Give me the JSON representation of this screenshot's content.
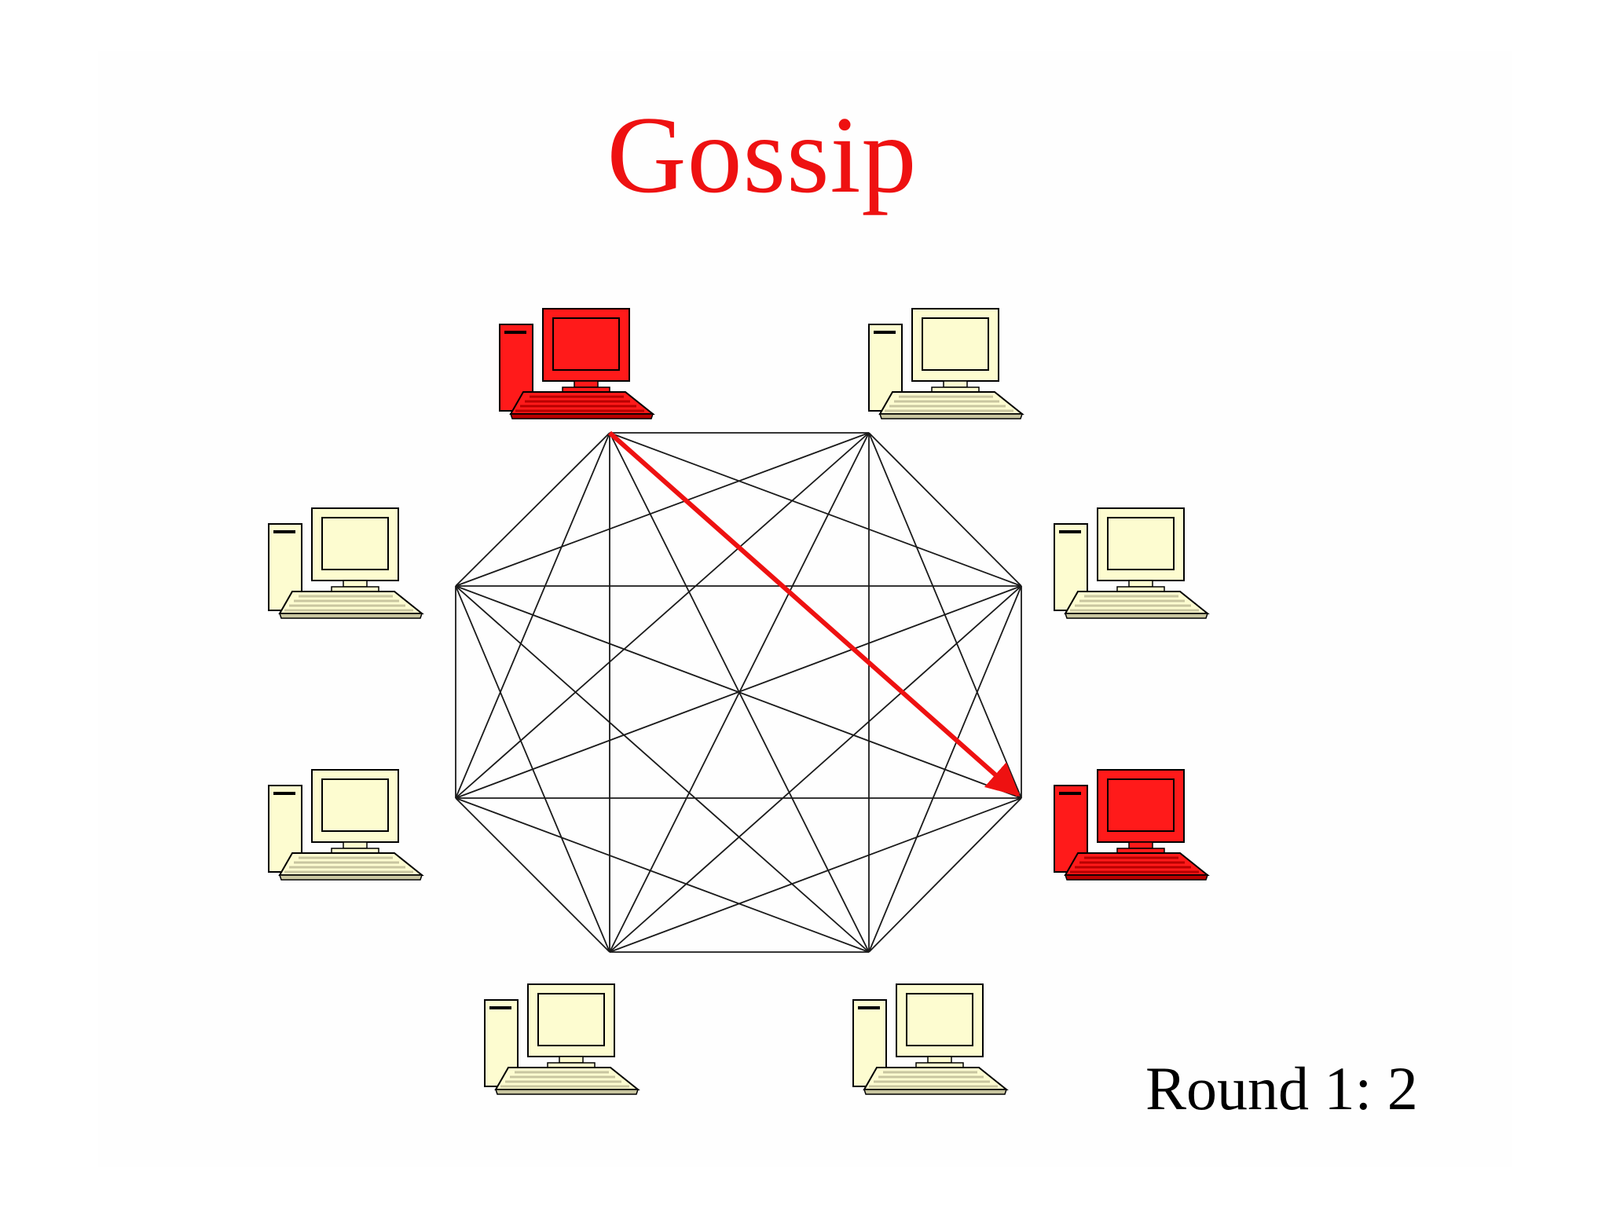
{
  "title": "Gossip",
  "round_label": "Round 1: 2",
  "diagram": {
    "node_count": 8,
    "topology": "complete-graph",
    "nodes": [
      {
        "id": "top-left",
        "state": "infected",
        "icon": "computer-icon"
      },
      {
        "id": "top-right",
        "state": "idle",
        "icon": "computer-icon"
      },
      {
        "id": "right-upper",
        "state": "idle",
        "icon": "computer-icon"
      },
      {
        "id": "right-lower",
        "state": "infected",
        "icon": "computer-icon"
      },
      {
        "id": "bottom-right",
        "state": "idle",
        "icon": "computer-icon"
      },
      {
        "id": "bottom-left",
        "state": "idle",
        "icon": "computer-icon"
      },
      {
        "id": "left-lower",
        "state": "idle",
        "icon": "computer-icon"
      },
      {
        "id": "left-upper",
        "state": "idle",
        "icon": "computer-icon"
      }
    ],
    "message": {
      "from": "top-left",
      "to": "right-lower"
    }
  },
  "colors": {
    "title": "#ee1111",
    "infected": "#ff1a1a",
    "infected_dark": "#b80000",
    "idle": "#fdfcd0",
    "idle_dark": "#c9c6a0",
    "edge": "#1a1a1a",
    "message": "#ee1111"
  }
}
